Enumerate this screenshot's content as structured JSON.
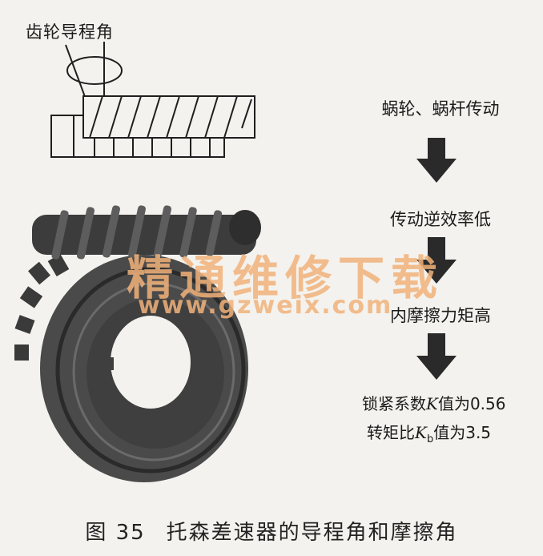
{
  "diagram": {
    "lead_angle_label": "齿轮导程角",
    "flow": [
      "蜗轮、蜗杆传动",
      "传动逆效率低",
      "内摩擦力矩高"
    ],
    "specs": {
      "lock_coefficient_prefix": "锁紧系数",
      "lock_coefficient_var": "K",
      "lock_coefficient_value": "值为0.56",
      "torque_ratio_prefix": "转矩比",
      "torque_ratio_var": "K",
      "torque_ratio_sub": "b",
      "torque_ratio_value": "值为3.5"
    },
    "caption_number": "图 35",
    "caption_text": "托森差速器的导程角和摩擦角"
  },
  "watermark": {
    "text": "精通维修下载",
    "url": "www.gzweix.com"
  },
  "colors": {
    "background": "#f3f2ee",
    "ink": "#1a1a1a",
    "gear_dark": "#3a3a3a",
    "watermark": "#f1b27a"
  }
}
